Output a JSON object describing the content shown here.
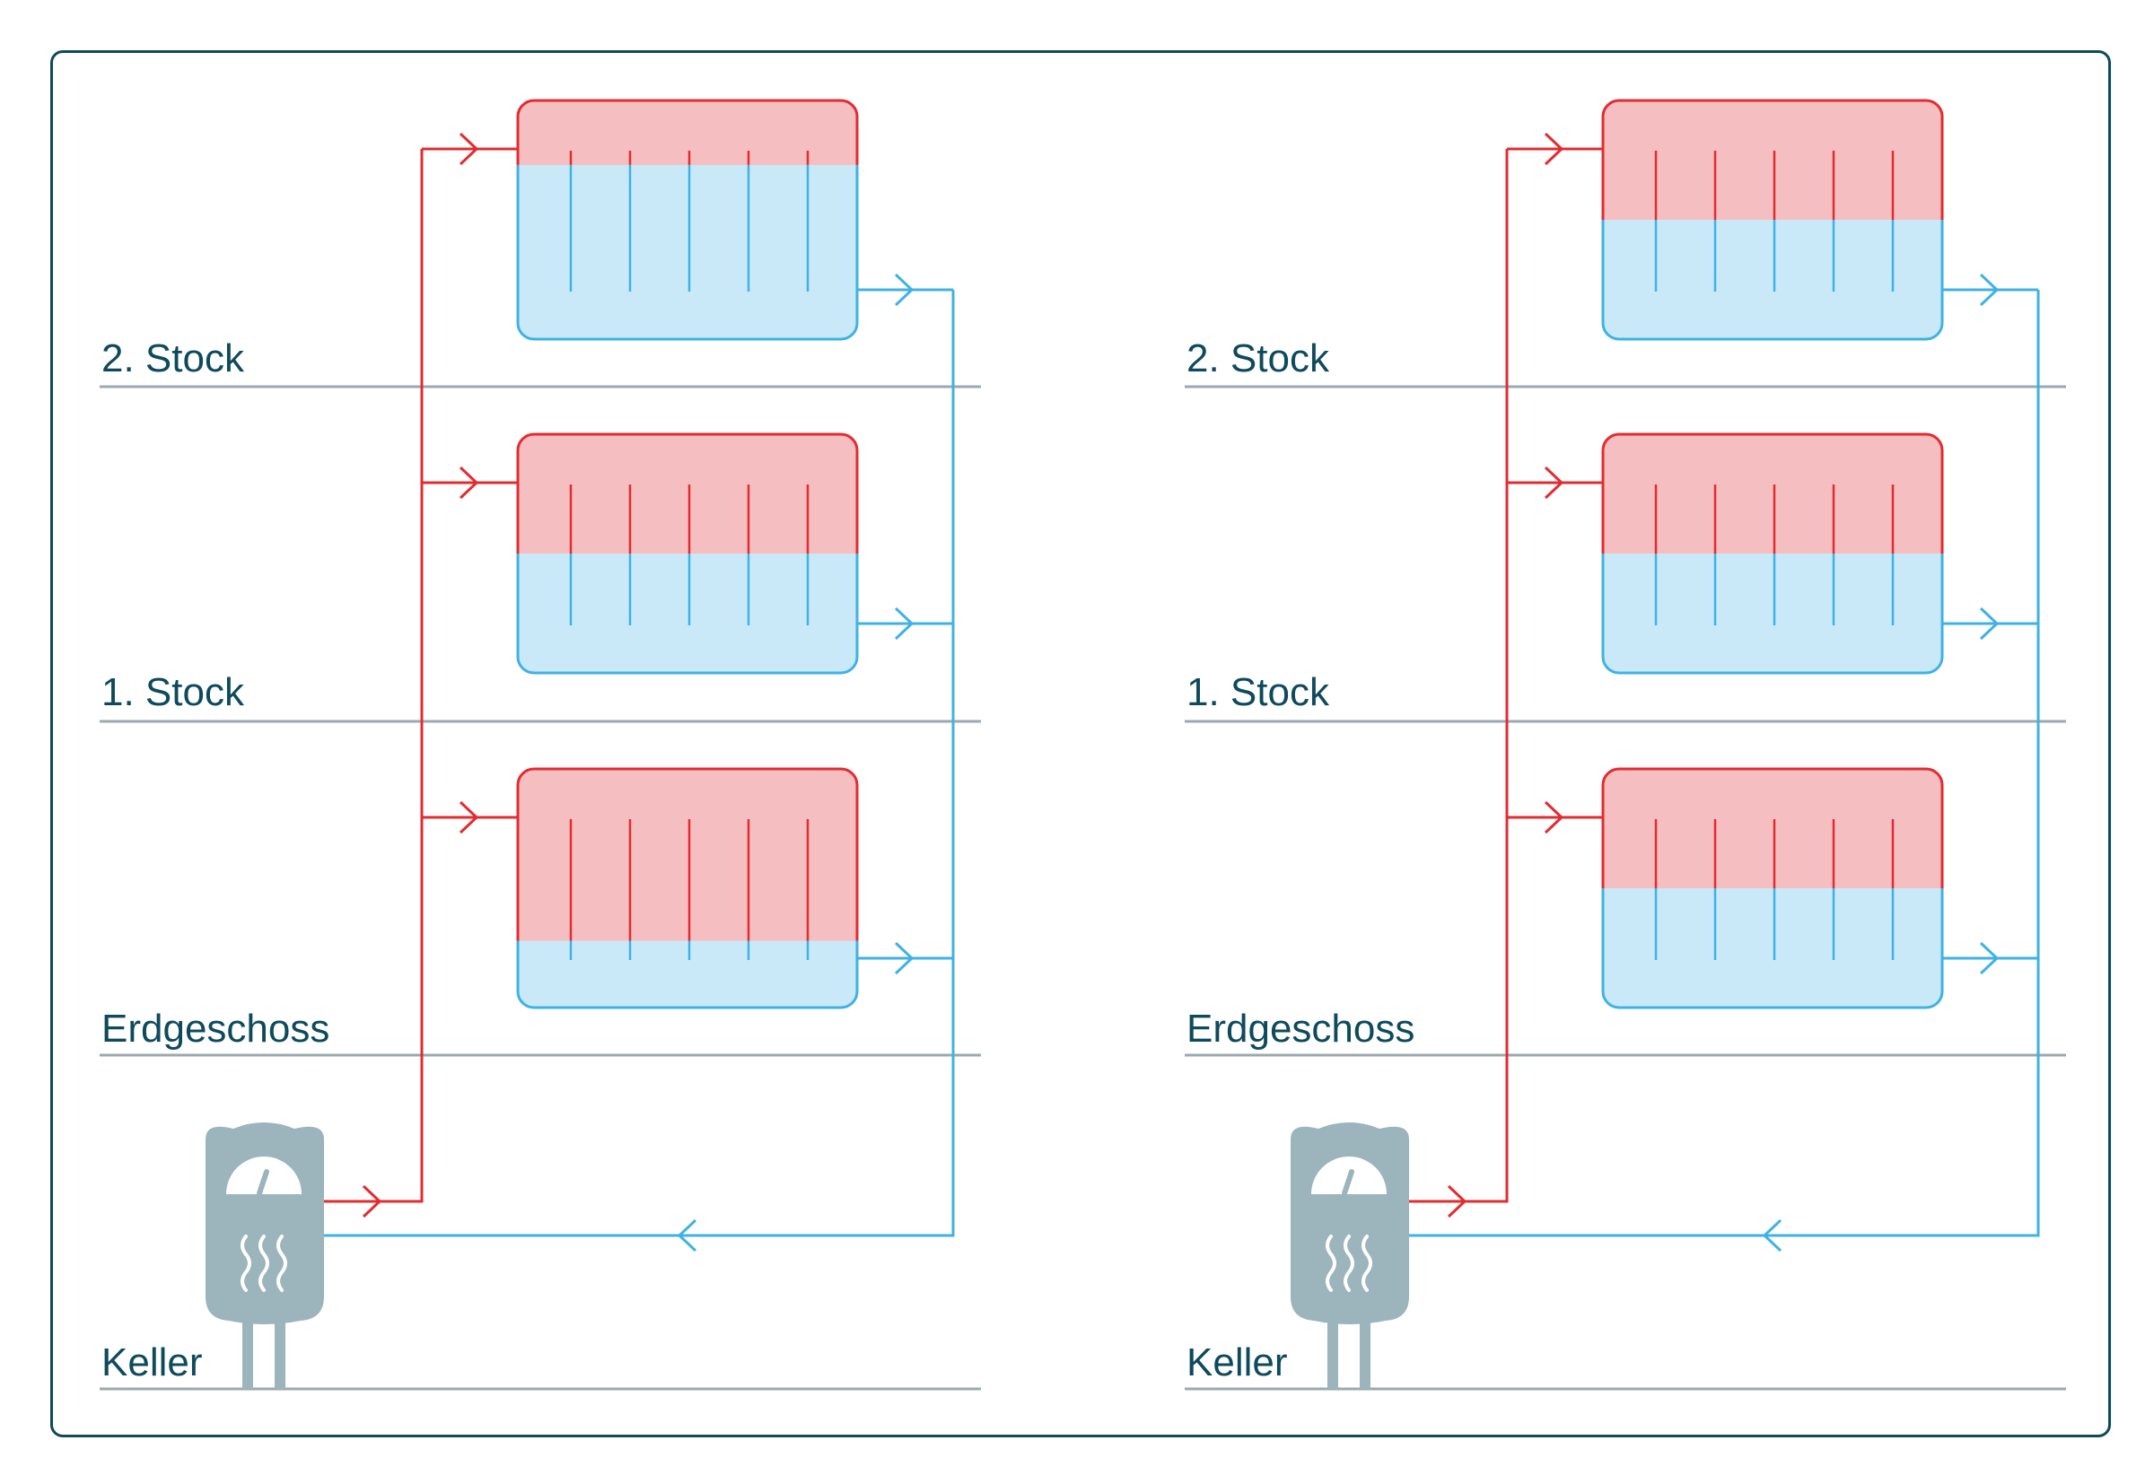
{
  "floors": [
    "2. Stock",
    "1. Stock",
    "Erdgeschoss",
    "Keller"
  ],
  "panels": [
    {
      "radiators": [
        {
          "floor": "2. Stock",
          "hot_fraction": 0.27
        },
        {
          "floor": "1. Stock",
          "hot_fraction": 0.5
        },
        {
          "floor": "Erdgeschoss",
          "hot_fraction": 0.72
        }
      ]
    },
    {
      "radiators": [
        {
          "floor": "2. Stock",
          "hot_fraction": 0.5
        },
        {
          "floor": "1. Stock",
          "hot_fraction": 0.5
        },
        {
          "floor": "Erdgeschoss",
          "hot_fraction": 0.5
        }
      ]
    }
  ],
  "colors": {
    "frame": "#0e4a5c",
    "text": "#0e4a5c",
    "floor_line": "#9aa9b0",
    "supply_line": "#e32b30",
    "return_line": "#3fb2e4",
    "radiator_hot_fill": "#f5bfc1",
    "radiator_cold_fill": "#c9e9f8",
    "boiler_fill": "#9cb4bb"
  },
  "icons": {
    "boiler": "boiler-icon",
    "gauge": "gauge-icon",
    "heat": "heat-waves-icon"
  }
}
